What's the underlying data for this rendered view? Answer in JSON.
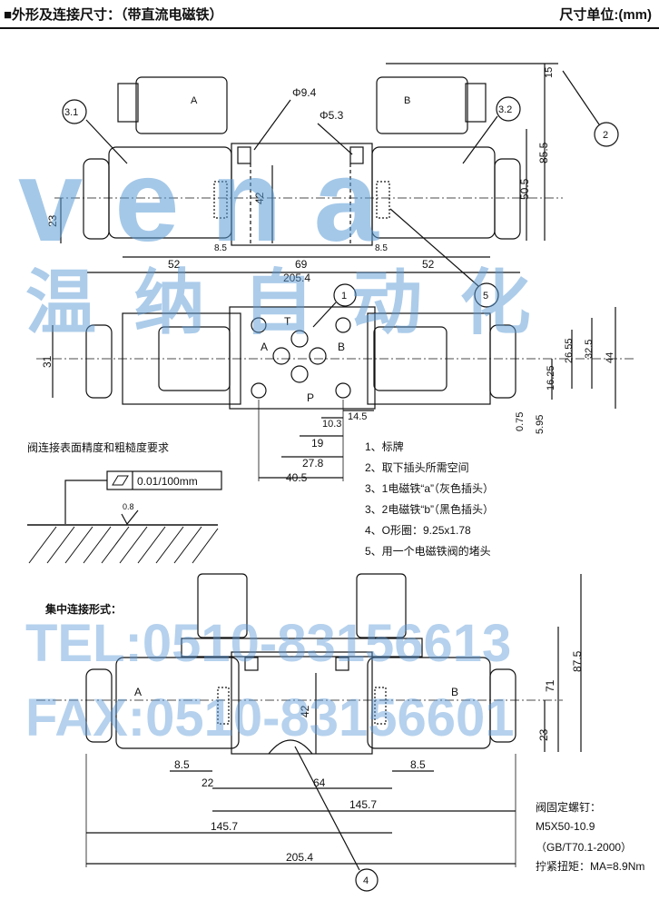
{
  "header": {
    "title": "■外形及连接尺寸：（带直流电磁铁）",
    "unit": "尺寸单位:(mm)"
  },
  "watermark": {
    "brand": "vena",
    "cn": "温 纳 自 动 化",
    "tel": "TEL:0510-83156613",
    "fax": "FAX:0510-83156601"
  },
  "top_view": {
    "coil_a": "A",
    "coil_b": "B",
    "callouts": [
      "3.1",
      "3.2",
      "2",
      "5"
    ],
    "dims": {
      "d94": "Φ9.4",
      "d53": "Φ5.3",
      "h42": "42",
      "h23": "23",
      "w52a": "52",
      "w69": "69",
      "w52b": "52",
      "w85a": "8.5",
      "w85b": "8.5",
      "total": "205.4",
      "v15": "15",
      "v855": "85.5",
      "v505": "50.5"
    }
  },
  "mid_view": {
    "ports": {
      "t": "T",
      "a": "A",
      "b": "B",
      "p": "P"
    },
    "callout": "1",
    "dims": {
      "h31": "31",
      "d2655": "26.55",
      "d325": "32.5",
      "d44": "44",
      "d1625": "16.25",
      "d075": "0.75",
      "d595": "5.95",
      "d103": "10.3",
      "d145": "14.5",
      "d19": "19",
      "d278": "27.8",
      "d405": "40.5"
    }
  },
  "surface": {
    "title": "阀连接表面精度和粗糙度要求",
    "flatness": "0.01/100mm",
    "roughness": "0.8"
  },
  "legend": [
    "1、标牌",
    "2、取下插头所需空间",
    "3、1电磁铁“a”（灰色插头）",
    "3、2电磁铁“b”（黑色插头）",
    "4、O形圈：9.25x1.78",
    "5、用一个电磁铁阀的堵头"
  ],
  "bottom_view": {
    "title": "集中连接形式：",
    "labels": {
      "a": "A",
      "b": "B"
    },
    "callout": "4",
    "dims": {
      "d85a": "8.5",
      "d85b": "8.5",
      "d22": "22",
      "d64": "64",
      "d1457a": "145.7",
      "d1457b": "145.7",
      "d2054": "205.4",
      "h42": "42",
      "h23": "23",
      "h71": "71",
      "h875": "87.5"
    }
  },
  "screw": {
    "title": "阀固定螺钉：",
    "spec": "M5X50-10.9",
    "std": "（GB/T70.1-2000）",
    "torque": "拧紧扭矩：MA=8.9Nm"
  }
}
